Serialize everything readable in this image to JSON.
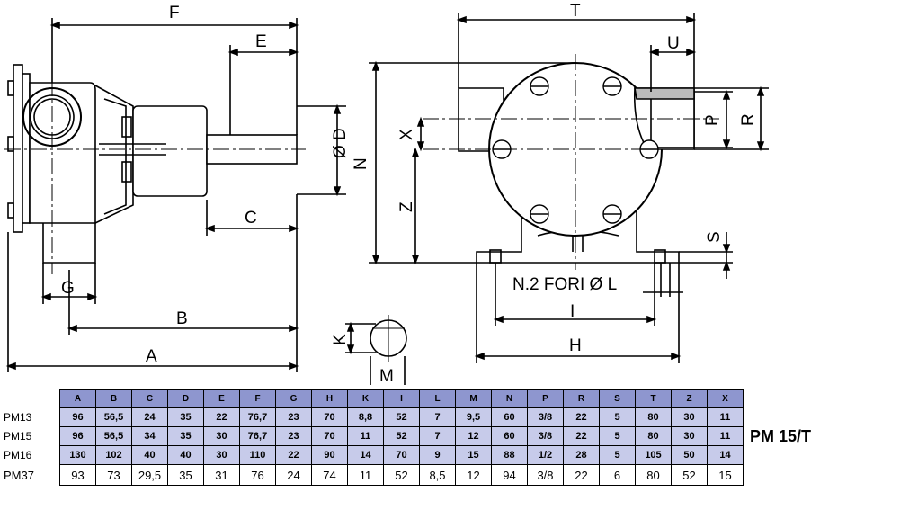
{
  "drawing": {
    "side_view_dims": {
      "F": "F",
      "E": "E",
      "D": "Ø D",
      "C": "C",
      "G": "G",
      "B": "B",
      "A": "A",
      "K": "K",
      "M": "M"
    },
    "front_view_dims": {
      "T": "T",
      "U": "U",
      "N": "N",
      "X": "X",
      "Z": "Z",
      "P": "P",
      "R": "R",
      "S": "S",
      "I": "I",
      "H": "H"
    },
    "holes_note": "N.2 FORI Ø L"
  },
  "table": {
    "columns": [
      "A",
      "B",
      "C",
      "D",
      "E",
      "F",
      "G",
      "H",
      "K",
      "I",
      "L",
      "M",
      "N",
      "P",
      "R",
      "S",
      "T",
      "Z",
      "X"
    ],
    "rows": [
      {
        "name": "PM13",
        "style": "blue",
        "values": [
          "96",
          "56,5",
          "24",
          "35",
          "22",
          "76,7",
          "23",
          "70",
          "8,8",
          "52",
          "7",
          "9,5",
          "60",
          "3/8",
          "22",
          "5",
          "80",
          "30",
          "11"
        ]
      },
      {
        "name": "PM15",
        "style": "blue",
        "values": [
          "96",
          "56,5",
          "34",
          "35",
          "30",
          "76,7",
          "23",
          "70",
          "11",
          "52",
          "7",
          "12",
          "60",
          "3/8",
          "22",
          "5",
          "80",
          "30",
          "11"
        ]
      },
      {
        "name": "PM16",
        "style": "blue",
        "values": [
          "130",
          "102",
          "40",
          "40",
          "30",
          "110",
          "22",
          "90",
          "14",
          "70",
          "9",
          "15",
          "88",
          "1/2",
          "28",
          "5",
          "105",
          "50",
          "14"
        ]
      },
      {
        "name": "PM37",
        "style": "white",
        "values": [
          "93",
          "73",
          "29,5",
          "35",
          "31",
          "76",
          "24",
          "74",
          "11",
          "52",
          "8,5",
          "12",
          "94",
          "3/8",
          "22",
          "6",
          "80",
          "52",
          "15"
        ]
      }
    ]
  },
  "model_label": "PM 15/T"
}
